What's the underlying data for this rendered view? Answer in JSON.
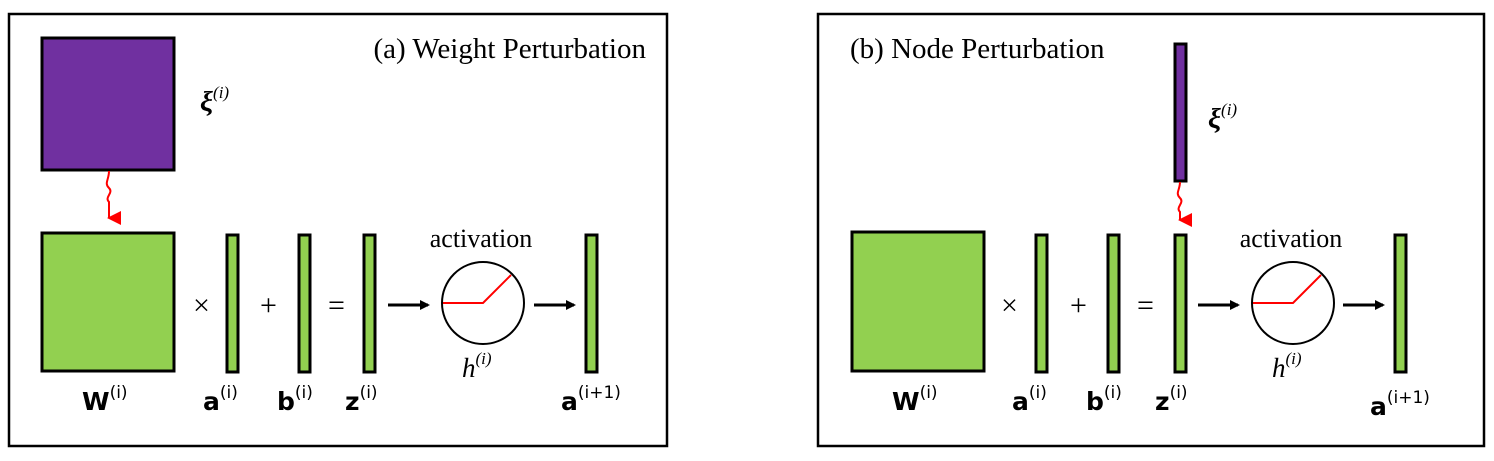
{
  "colors": {
    "weight_fill": "#92d050",
    "noise_fill": "#7030a0",
    "stroke": "#000000",
    "perturb_arrow": "#ff0000",
    "activation_curve": "#ff0000"
  },
  "panel_a": {
    "title": "(a) Weight Perturbation",
    "noise_label": {
      "base": "ξ",
      "sup": "(i)"
    },
    "activation_text": "activation",
    "ops": {
      "times": "×",
      "plus": "+",
      "equals": "="
    },
    "labels": {
      "W": {
        "base": "W",
        "sup": "(i)"
      },
      "a": {
        "base": "a",
        "sup": "(i)"
      },
      "b": {
        "base": "b",
        "sup": "(i)"
      },
      "z": {
        "base": "z",
        "sup": "(i)"
      },
      "h": {
        "base": "h",
        "sup": "(i)"
      },
      "a_next": {
        "base": "a",
        "sup": "(i+1)"
      }
    }
  },
  "panel_b": {
    "title": "(b) Node Perturbation",
    "noise_label": {
      "base": "ξ",
      "sup": "(i)"
    },
    "activation_text": "activation",
    "ops": {
      "times": "×",
      "plus": "+",
      "equals": "="
    },
    "labels": {
      "W": {
        "base": "W",
        "sup": "(i)"
      },
      "a": {
        "base": "a",
        "sup": "(i)"
      },
      "b": {
        "base": "b",
        "sup": "(i)"
      },
      "z": {
        "base": "z",
        "sup": "(i)"
      },
      "h": {
        "base": "h",
        "sup": "(i)"
      },
      "a_next": {
        "base": "a",
        "sup": "(i+1)"
      }
    }
  }
}
